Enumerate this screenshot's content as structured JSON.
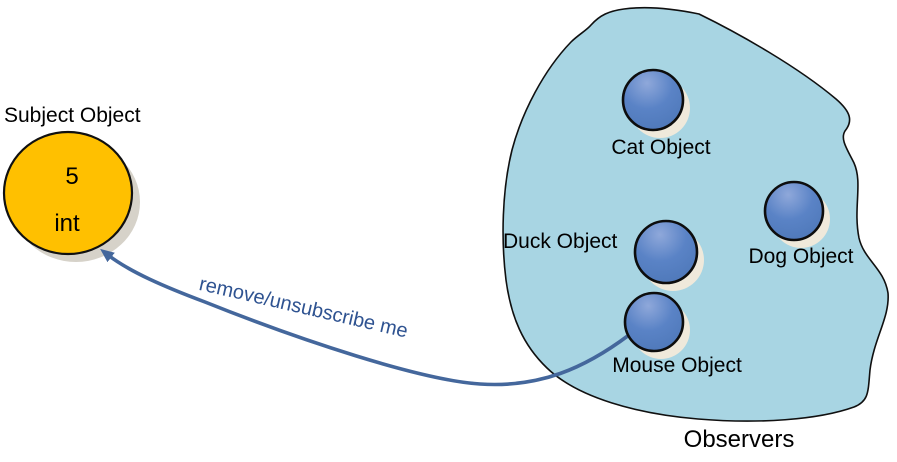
{
  "subject": {
    "label": "Subject Object",
    "value": "5",
    "type_text": "int"
  },
  "connector": {
    "label": "remove/unsubscribe me"
  },
  "observers_group": {
    "caption": "Observers",
    "items": [
      {
        "label": "Cat Object"
      },
      {
        "label": "Duck Object"
      },
      {
        "label": "Dog Object"
      },
      {
        "label": "Mouse Object"
      }
    ]
  },
  "colors": {
    "blob_fill": "#a8d5e3",
    "outline": "#101010",
    "subject_fill": "#ffc000",
    "subject_shadow": "#d6d2c9",
    "observer_fill": "#5a83c6",
    "observer_highlight": "#8fa8da",
    "observer_dark": "#4b75b5",
    "observer_shadow": "#efe9db",
    "connector": "#44679c",
    "connector_label": "#2f5391"
  }
}
